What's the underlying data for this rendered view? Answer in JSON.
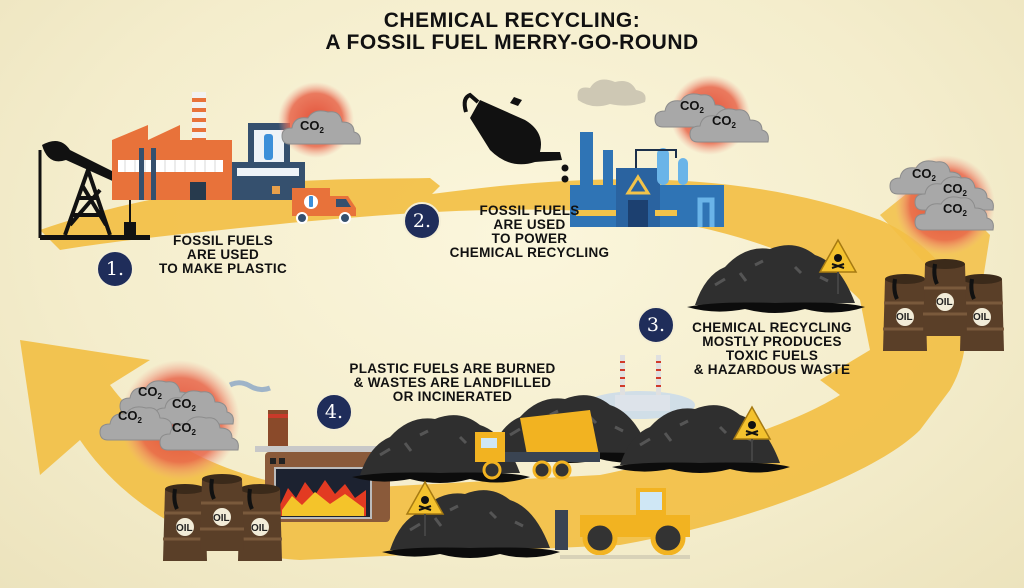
{
  "title": {
    "line1": "CHEMICAL RECYCLING:",
    "line2": "A FOSSIL FUEL MERRY-GO-ROUND"
  },
  "steps": [
    {
      "number": "1.",
      "lines": [
        "FOSSIL FUELS",
        "ARE USED",
        "TO MAKE PLASTIC"
      ]
    },
    {
      "number": "2.",
      "lines": [
        "FOSSIL FUELS",
        "ARE USED",
        "TO POWER",
        "CHEMICAL RECYCLING"
      ]
    },
    {
      "number": "3.",
      "lines": [
        "CHEMICAL RECYCLING",
        "MOSTLY PRODUCES",
        "TOXIC FUELS",
        "& HAZARDOUS WASTE"
      ]
    },
    {
      "number": "4.",
      "lines": [
        "PLASTIC FUELS ARE BURNED",
        "& WASTES ARE LANDFILLED",
        "OR INCINERATED"
      ]
    }
  ],
  "labels": {
    "co2": "CO",
    "co2_sub": "2",
    "oil": "OIL"
  },
  "icons": [
    "oil-pump-icon",
    "plastic-factory-icon",
    "delivery-truck-icon",
    "oil-can-icon",
    "recycling-plant-icon",
    "co2-cloud-icon",
    "toxic-waste-pile-icon",
    "hazard-sign-icon",
    "oil-barrel-icon",
    "dump-truck-icon",
    "bulldozer-icon",
    "incinerator-icon",
    "power-plant-icon",
    "cycle-arrow-icon"
  ],
  "colors": {
    "background": "#f6f0d2",
    "arrow": "#f2bf45",
    "badge": "#1f2d5a",
    "factory_orange": "#e8723a",
    "plant_blue": "#2f74b5",
    "co2_glow": "#e2553b",
    "cloud": "#a9a9a9",
    "waste": "#2d2d2d",
    "barrel": "#5a3f28",
    "machinery": "#f2b321"
  }
}
